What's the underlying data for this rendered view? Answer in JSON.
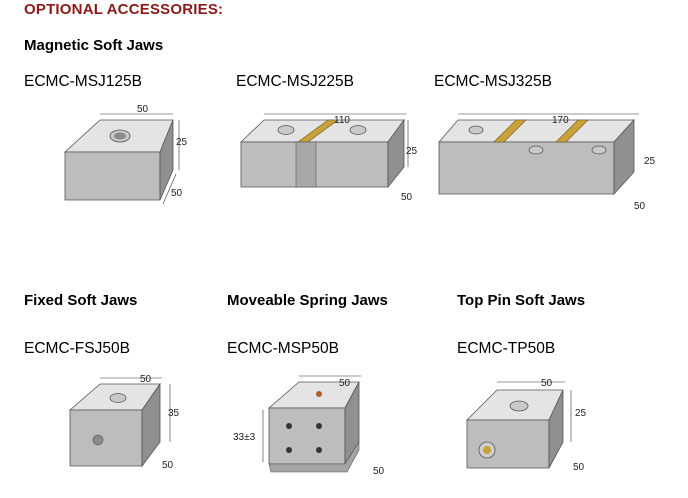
{
  "header": {
    "title": "OPTIONAL ACCESSORIES:"
  },
  "groups": {
    "magnetic": {
      "title": "Magnetic Soft Jaws"
    },
    "fixed": {
      "title": "Fixed Soft Jaws"
    },
    "moveable": {
      "title": "Moveable Spring Jaws"
    },
    "toppin": {
      "title": "Top Pin Soft Jaws"
    }
  },
  "products": [
    {
      "model": "ECMC-MSJ125B",
      "dims": {
        "w": "50",
        "h": "25",
        "d": "50"
      }
    },
    {
      "model": "ECMC-MSJ225B",
      "dims": {
        "w": "110",
        "h": "25",
        "d": "50"
      }
    },
    {
      "model": "ECMC-MSJ325B",
      "dims": {
        "w": "170",
        "h": "25",
        "d": "50"
      }
    },
    {
      "model": "ECMC-FSJ50B",
      "dims": {
        "w": "50",
        "h": "35",
        "d": "50"
      }
    },
    {
      "model": "ECMC-MSP50B",
      "dims": {
        "w": "50",
        "h": "33±3",
        "d": "50"
      }
    },
    {
      "model": "ECMC-TP50B",
      "dims": {
        "w": "50",
        "h": "25",
        "d": "50"
      }
    }
  ],
  "colors": {
    "accent": "#8b1a1a",
    "brass": "#c9a13a",
    "steel_top": "#e3e3e3",
    "steel_front": "#b9b9b9",
    "steel_side": "#8f8f8f"
  }
}
